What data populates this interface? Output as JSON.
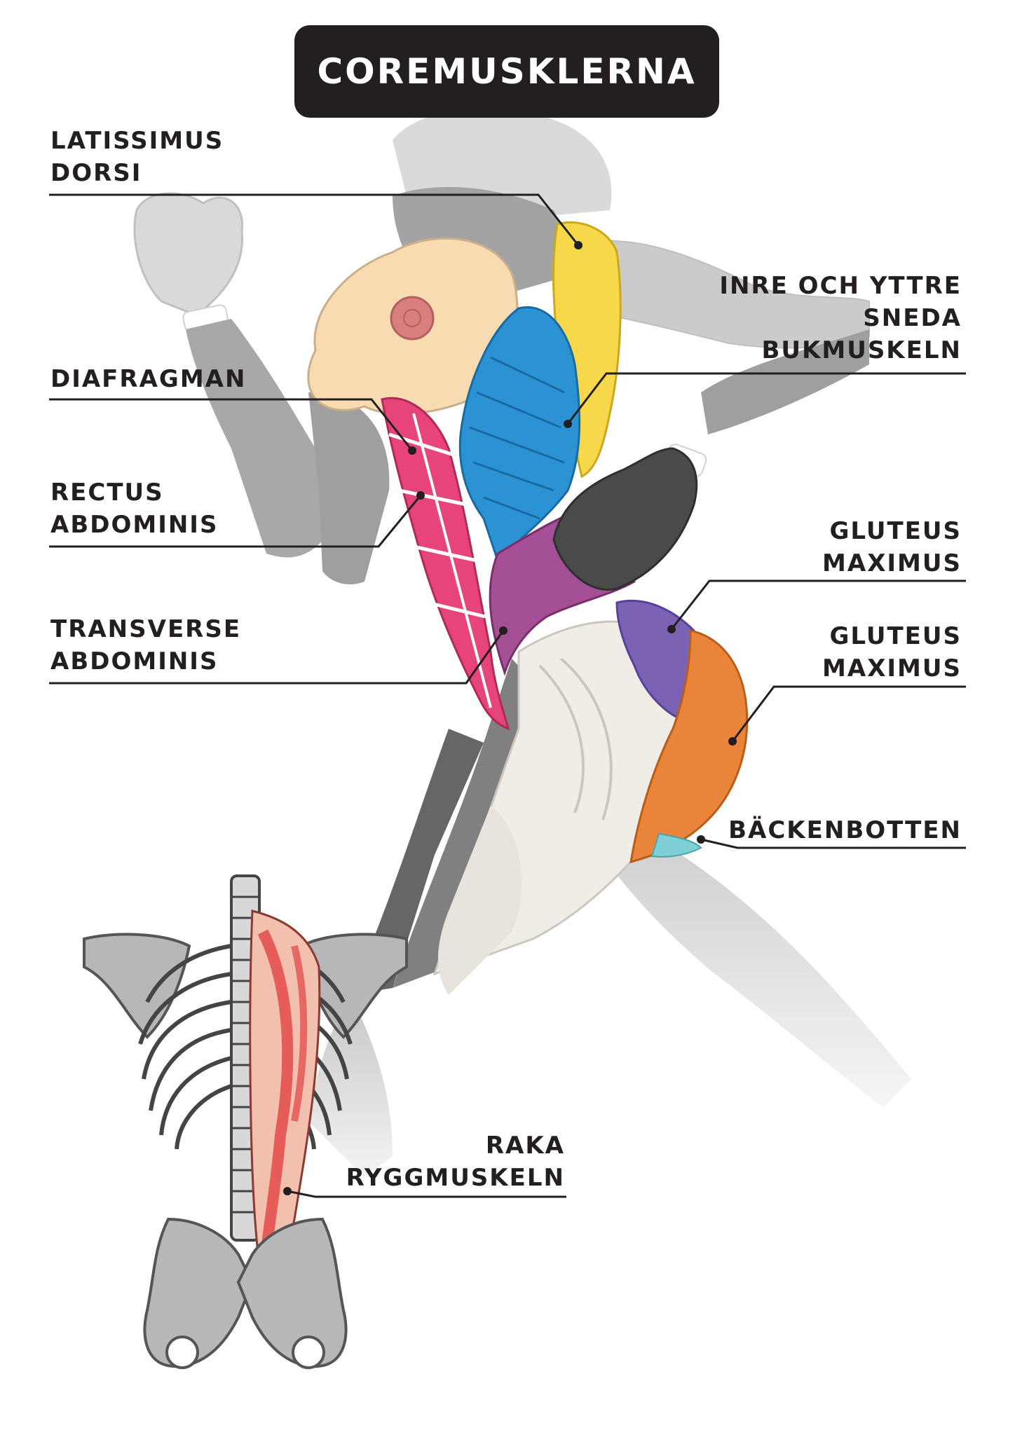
{
  "title": "COREMUSKLERNA",
  "labels": {
    "latissimus": [
      "LATISSIMUS",
      "DORSI"
    ],
    "sneda": [
      "INRE OCH YTTRE",
      "SNEDA",
      "BUKMUSKELN"
    ],
    "diafragman": [
      "DIAFRAGMAN"
    ],
    "rectus": [
      "RECTUS",
      "ABDOMINIS"
    ],
    "gluteus_1": [
      "GLUTEUS",
      "MAXIMUS"
    ],
    "transverse": [
      "TRANSVERSE",
      "ABDOMINIS"
    ],
    "gluteus_2": [
      "GLUTEUS",
      "MAXIMUS"
    ],
    "backenbotten": [
      "BÄCKENBOTTEN"
    ],
    "raka": [
      "RAKA",
      "RYGGMUSKELN"
    ]
  },
  "colors": {
    "title_bg": "#231f20",
    "latissimus": "#f6d84a",
    "obliques": "#2b93d3",
    "rectus": "#e7457a",
    "transverse": "#a54f96",
    "gluteus_medius": "#7b62b4",
    "gluteus_maximus": "#e9843a",
    "pelvic_floor": "#7fd0d6",
    "erector": "#e24a4a",
    "body": "#a9a9a9"
  }
}
